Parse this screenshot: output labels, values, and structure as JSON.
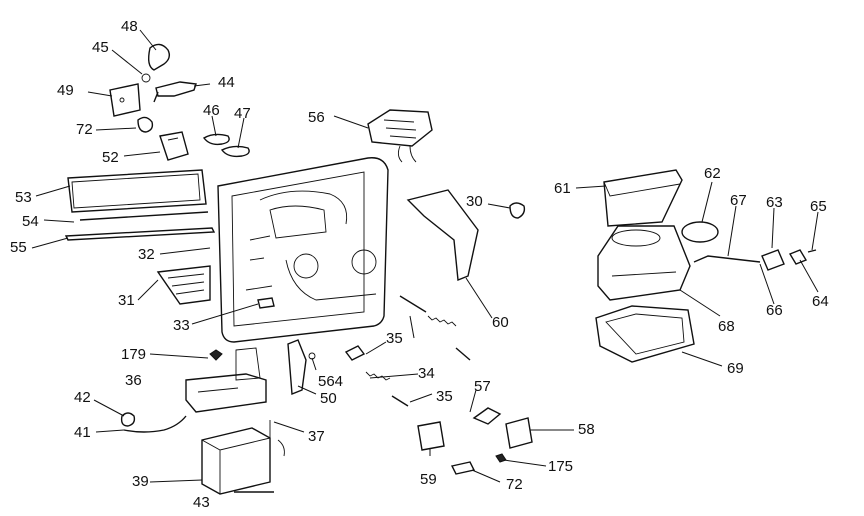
{
  "parts": [
    "48",
    "45",
    "49",
    "44",
    "72",
    "46",
    "47",
    "52",
    "56",
    "53",
    "54",
    "55",
    "32",
    "31",
    "33",
    "179",
    "36",
    "42",
    "41",
    "39",
    "43",
    "564",
    "50",
    "37",
    "35",
    "34",
    "35",
    "57",
    "58",
    "175",
    "59",
    "72",
    "30",
    "60",
    "61",
    "62",
    "67",
    "63",
    "65",
    "68",
    "66",
    "64",
    "69"
  ]
}
